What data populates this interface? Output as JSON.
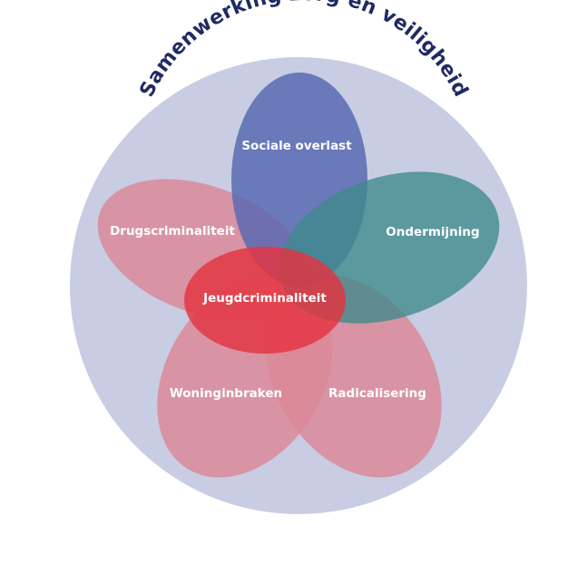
{
  "title": "Samenwerking zorg en veiligheid",
  "colors": {
    "outer_circle": "#c8cde3",
    "title": "#1f2a63",
    "sociale_overlast": "#5567b0",
    "ondermijning": "#3d8b8b",
    "drugscriminaliteit": "#dc8796",
    "woninginbraken": "#dc8796",
    "radicalisering": "#dc8796",
    "jeugdcriminaliteit": "#e4333f",
    "label_text": "#ffffff"
  },
  "petals": [
    {
      "id": "sociale-overlast",
      "label": "Sociale overlast"
    },
    {
      "id": "ondermijning",
      "label": "Ondermijning"
    },
    {
      "id": "drugscriminaliteit",
      "label": "Drugscriminaliteit"
    },
    {
      "id": "woninginbraken",
      "label": "Woninginbraken"
    },
    {
      "id": "radicalisering",
      "label": "Radicalisering"
    }
  ],
  "center": {
    "label": "Jeugdcriminaliteit"
  }
}
